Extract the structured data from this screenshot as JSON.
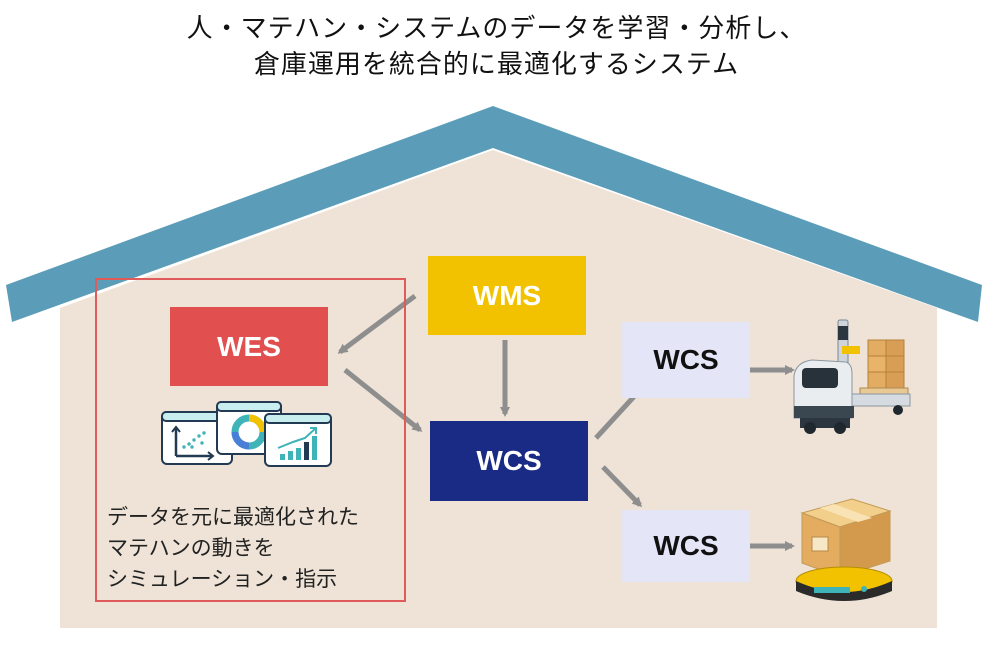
{
  "title": {
    "line1": "人・マテハン・システムのデータを学習・分析し、",
    "line2": "倉庫運用を統合的に最適化するシステム"
  },
  "nodes": {
    "wes": "WES",
    "wms": "WMS",
    "wcs_main": "WCS",
    "wcs_top": "WCS",
    "wcs_bottom": "WCS"
  },
  "wes_description": {
    "line1": "データを元に最適化された",
    "line2": "マテハンの動きを",
    "line3": "シミュレーション・指示"
  },
  "colors": {
    "roof": "#5b9db8",
    "house_wall": "#eee3d6",
    "wes": "#e14f4f",
    "wms": "#f2c200",
    "wcs_main": "#1a2b85",
    "wcs_sub": "#e4e6f8",
    "arrow": "#8e8e8e",
    "frame": "#e05a5a"
  },
  "icons": [
    "scatter-chart-icon",
    "donut-chart-icon",
    "bar-chart-icon",
    "forklift-robot-icon",
    "agv-with-box-icon"
  ]
}
